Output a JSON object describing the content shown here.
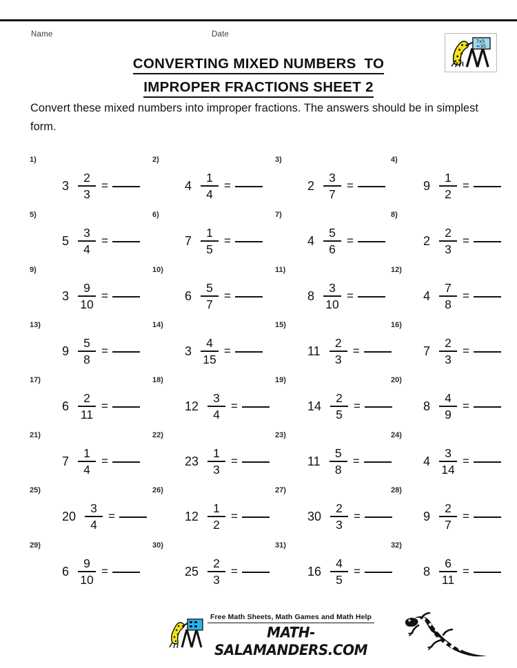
{
  "page": {
    "meta": {
      "name_label": "Name",
      "date_label": "Date"
    },
    "title_line_1": "CONVERTING MIXED NUMBERS  TO",
    "title_line_2": "IMPROPER FRACTIONS SHEET 2",
    "instructions": "Convert these mixed numbers into improper fractions. The answers should be in simplest form.",
    "header_logo": {
      "icon": "salamander-teacher-easel-icon",
      "board_line_1": "7x5",
      "board_line_2": "=35"
    },
    "footer": {
      "mark_icon": "salamander-teacher-easel-icon",
      "tagline": "Free Math Sheets, Math Games and Math Help",
      "domain": "MATH-SALAMANDERS.COM",
      "salamander_icon": "spotted-salamander-icon"
    }
  },
  "problems": [
    {
      "number": "1)",
      "whole": "3",
      "numerator": "2",
      "denominator": "3",
      "equals": "=",
      "answer": ""
    },
    {
      "number": "2)",
      "whole": "4",
      "numerator": "1",
      "denominator": "4",
      "equals": "=",
      "answer": ""
    },
    {
      "number": "3)",
      "whole": "2",
      "numerator": "3",
      "denominator": "7",
      "equals": "=",
      "answer": ""
    },
    {
      "number": "4)",
      "whole": "9",
      "numerator": "1",
      "denominator": "2",
      "equals": "=",
      "answer": ""
    },
    {
      "number": "5)",
      "whole": "5",
      "numerator": "3",
      "denominator": "4",
      "equals": "=",
      "answer": ""
    },
    {
      "number": "6)",
      "whole": "7",
      "numerator": "1",
      "denominator": "5",
      "equals": "=",
      "answer": ""
    },
    {
      "number": "7)",
      "whole": "4",
      "numerator": "5",
      "denominator": "6",
      "equals": "=",
      "answer": ""
    },
    {
      "number": "8)",
      "whole": "2",
      "numerator": "2",
      "denominator": "3",
      "equals": "=",
      "answer": ""
    },
    {
      "number": "9)",
      "whole": "3",
      "numerator": "9",
      "denominator": "10",
      "equals": "=",
      "answer": ""
    },
    {
      "number": "10)",
      "whole": "6",
      "numerator": "5",
      "denominator": "7",
      "equals": "=",
      "answer": ""
    },
    {
      "number": "11)",
      "whole": "8",
      "numerator": "3",
      "denominator": "10",
      "equals": "=",
      "answer": ""
    },
    {
      "number": "12)",
      "whole": "4",
      "numerator": "7",
      "denominator": "8",
      "equals": "=",
      "answer": ""
    },
    {
      "number": "13)",
      "whole": "9",
      "numerator": "5",
      "denominator": "8",
      "equals": "=",
      "answer": ""
    },
    {
      "number": "14)",
      "whole": "3",
      "numerator": "4",
      "denominator": "15",
      "equals": "=",
      "answer": ""
    },
    {
      "number": "15)",
      "whole": "11",
      "numerator": "2",
      "denominator": "3",
      "equals": "=",
      "answer": ""
    },
    {
      "number": "16)",
      "whole": "7",
      "numerator": "2",
      "denominator": "3",
      "equals": "=",
      "answer": ""
    },
    {
      "number": "17)",
      "whole": "6",
      "numerator": "2",
      "denominator": "11",
      "equals": "=",
      "answer": ""
    },
    {
      "number": "18)",
      "whole": "12",
      "numerator": "3",
      "denominator": "4",
      "equals": "=",
      "answer": ""
    },
    {
      "number": "19)",
      "whole": "14",
      "numerator": "2",
      "denominator": "5",
      "equals": "=",
      "answer": ""
    },
    {
      "number": "20)",
      "whole": "8",
      "numerator": "4",
      "denominator": "9",
      "equals": "=",
      "answer": ""
    },
    {
      "number": "21)",
      "whole": "7",
      "numerator": "1",
      "denominator": "4",
      "equals": "=",
      "answer": ""
    },
    {
      "number": "22)",
      "whole": "23",
      "numerator": "1",
      "denominator": "3",
      "equals": "=",
      "answer": ""
    },
    {
      "number": "23)",
      "whole": "11",
      "numerator": "5",
      "denominator": "8",
      "equals": "=",
      "answer": ""
    },
    {
      "number": "24)",
      "whole": "4",
      "numerator": "3",
      "denominator": "14",
      "equals": "=",
      "answer": ""
    },
    {
      "number": "25)",
      "whole": "20",
      "numerator": "3",
      "denominator": "4",
      "equals": "=",
      "answer": ""
    },
    {
      "number": "26)",
      "whole": "12",
      "numerator": "1",
      "denominator": "2",
      "equals": "=",
      "answer": ""
    },
    {
      "number": "27)",
      "whole": "30",
      "numerator": "2",
      "denominator": "3",
      "equals": "=",
      "answer": ""
    },
    {
      "number": "28)",
      "whole": "9",
      "numerator": "2",
      "denominator": "7",
      "equals": "=",
      "answer": ""
    },
    {
      "number": "29)",
      "whole": "6",
      "numerator": "9",
      "denominator": "10",
      "equals": "=",
      "answer": ""
    },
    {
      "number": "30)",
      "whole": "25",
      "numerator": "2",
      "denominator": "3",
      "equals": "=",
      "answer": ""
    },
    {
      "number": "31)",
      "whole": "16",
      "numerator": "4",
      "denominator": "5",
      "equals": "=",
      "answer": ""
    },
    {
      "number": "32)",
      "whole": "8",
      "numerator": "6",
      "denominator": "11",
      "equals": "=",
      "answer": ""
    }
  ],
  "colors": {
    "ink": "#111111",
    "rule": "#111111",
    "logo_body": "#f2e416",
    "logo_board": "#9fd9ef"
  }
}
